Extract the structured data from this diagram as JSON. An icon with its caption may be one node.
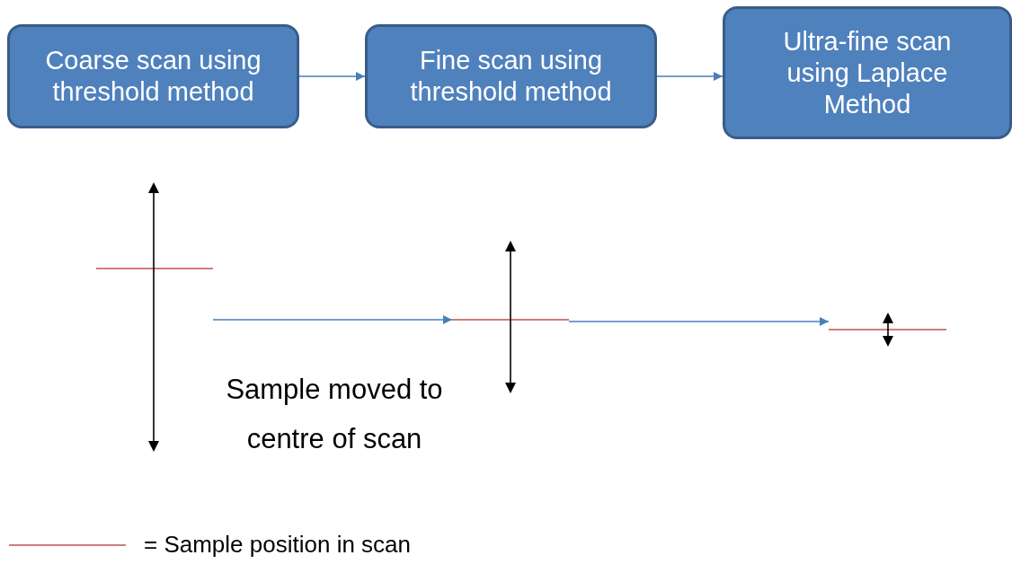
{
  "diagram": {
    "nodes": [
      {
        "text": [
          "Coarse scan using threshold method"
        ]
      },
      {
        "text": [
          "Fine scan using threshold method"
        ]
      },
      {
        "text": [
          "Ultra-fine scan using Laplace Method"
        ]
      },
      {
        "text": [],
        "shape": "picture"
      },
      {
        "text": [],
        "shape": "picture"
      },
      {
        "text": [],
        "shape": "picture"
      }
    ],
    "edges": [
      {
        "from": 0,
        "to": 1,
        "arrow": "to"
      },
      {
        "from": 1,
        "to": 2,
        "arrow": "to"
      },
      {
        "from": 3,
        "to": 4,
        "arrow": "to"
      },
      {
        "from": 4,
        "to": 5,
        "arrow": "to"
      }
    ],
    "labels": [
      "Sample moved to centre of scan"
    ],
    "legend": [
      {
        "text": "= Sample position in scan"
      }
    ]
  }
}
